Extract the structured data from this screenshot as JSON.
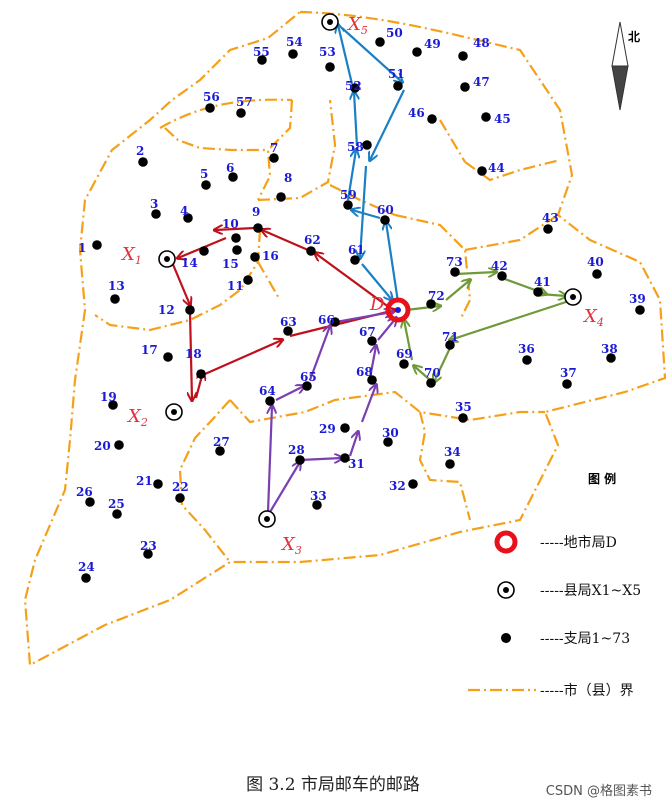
{
  "north_label": "北",
  "legend": {
    "title": "图 例",
    "city_office": "-----地市局D",
    "county_office": "-----县局X1~X5",
    "branch_office": "-----支局1~73",
    "boundary": "-----市（县）界"
  },
  "caption": "图 3.2 市局邮车的邮路",
  "watermark": "CSDN @格图素书",
  "colors": {
    "boundary": "#f5a01a",
    "red_route": "#c0101c",
    "blue_route": "#1a7fc4",
    "green_route": "#6f9a3a",
    "purple_route": "#7a3fb0",
    "numbers": "#1a1ad6",
    "x_labels": "#e2323a"
  },
  "city_office": {
    "label": "D"
  },
  "county_offices": [
    {
      "id": "X5",
      "label": "X",
      "sub": "5"
    },
    {
      "id": "X1",
      "label": "X",
      "sub": "1"
    },
    {
      "id": "X2",
      "label": "X",
      "sub": "2"
    },
    {
      "id": "X3",
      "label": "X",
      "sub": "3"
    },
    {
      "id": "X4",
      "label": "X",
      "sub": "4"
    }
  ],
  "branch_offices": [
    "1",
    "2",
    "3",
    "4",
    "5",
    "6",
    "7",
    "8",
    "9",
    "10",
    "11",
    "12",
    "13",
    "14",
    "15",
    "16",
    "17",
    "18",
    "19",
    "20",
    "21",
    "22",
    "23",
    "24",
    "25",
    "26",
    "27",
    "28",
    "29",
    "30",
    "31",
    "32",
    "33",
    "34",
    "35",
    "36",
    "37",
    "38",
    "39",
    "40",
    "41",
    "42",
    "43",
    "44",
    "45",
    "46",
    "47",
    "48",
    "49",
    "50",
    "51",
    "52",
    "53",
    "54",
    "55",
    "56",
    "57",
    "58",
    "59",
    "60",
    "61",
    "62",
    "63",
    "64",
    "65",
    "66",
    "67",
    "68",
    "69",
    "70",
    "71",
    "72",
    "73"
  ]
}
